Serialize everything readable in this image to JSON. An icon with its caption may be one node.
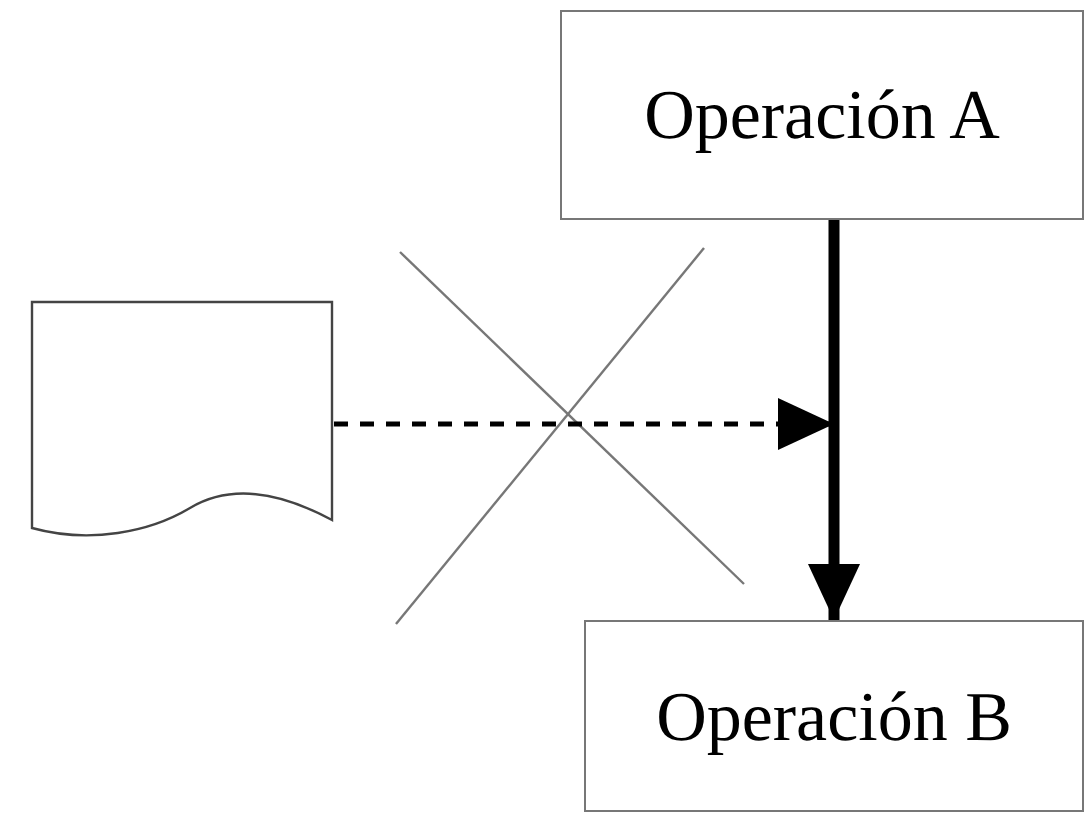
{
  "diagram": {
    "nodes": [
      {
        "text": [
          "Operación A"
        ]
      },
      {
        "text": [],
        "shape": "document"
      },
      {
        "text": [
          "Operación B"
        ]
      }
    ],
    "edges": [
      {
        "from": 0,
        "to": 2,
        "arrow": "to",
        "style": "thick"
      },
      {
        "from": 1,
        "to": null,
        "arrow": "to",
        "style": "dashed"
      }
    ]
  }
}
